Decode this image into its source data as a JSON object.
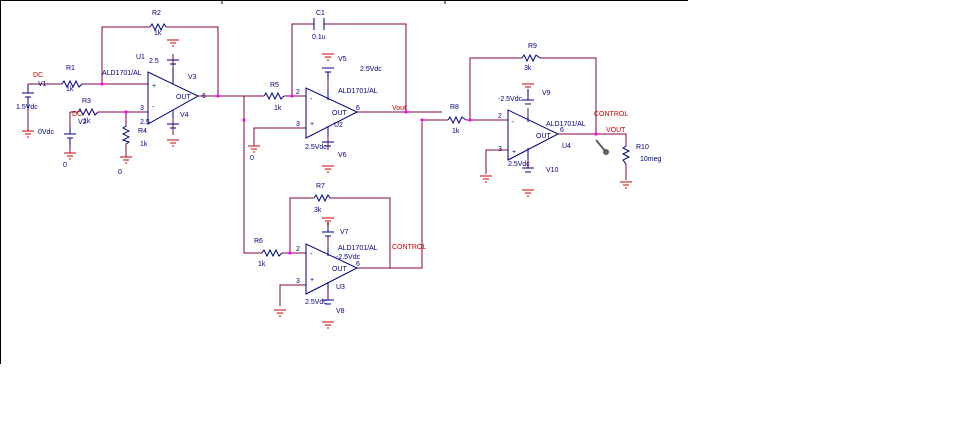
{
  "colors": {
    "wire": "#800040",
    "component": "#000080",
    "ground": "#cc0000",
    "label_red": "#cc0000",
    "background": "#ffffff"
  },
  "parts": {
    "R1": {
      "ref": "R1",
      "value": "1k"
    },
    "R2": {
      "ref": "R2",
      "value": "1k"
    },
    "R3": {
      "ref": "R3",
      "value": "1k"
    },
    "R4": {
      "ref": "R4",
      "value": "1k"
    },
    "R5": {
      "ref": "R5",
      "value": "1k"
    },
    "R6": {
      "ref": "R6",
      "value": "1k"
    },
    "R7": {
      "ref": "R7",
      "value": "3k"
    },
    "R8": {
      "ref": "R8",
      "value": "1k"
    },
    "R9": {
      "ref": "R9",
      "value": "3k"
    },
    "R10": {
      "ref": "R10",
      "value": "10meg"
    },
    "C1": {
      "ref": "C1",
      "value": "0.1u"
    },
    "V1": {
      "ref": "V1",
      "value": "1.5Vdc",
      "tag": "DC"
    },
    "V2": {
      "ref": "V2",
      "value": "0Vdc",
      "tag": "DC"
    },
    "V3": {
      "ref": "V3",
      "value": "2.5"
    },
    "V4": {
      "ref": "V4",
      "value": "2.5"
    },
    "V5": {
      "ref": "V5",
      "value": "2.5Vdc"
    },
    "V6": {
      "ref": "V6",
      "value": "2.5Vdc"
    },
    "V7": {
      "ref": "V7",
      "value": "-2.5Vdc"
    },
    "V8": {
      "ref": "V8",
      "value": "2.5Vdc"
    },
    "V9": {
      "ref": "V9",
      "value": "-2.5Vdc"
    },
    "V10": {
      "ref": "V10",
      "value": "2.5Vdc"
    },
    "U1": {
      "ref": "U1",
      "model": "ALD1701/AL"
    },
    "U2": {
      "ref": "U2",
      "model": "ALD1701/AL"
    },
    "U3": {
      "ref": "U3",
      "model": "ALD1701/AL"
    },
    "U4": {
      "ref": "U4",
      "model": "ALD1701/AL"
    }
  },
  "pins": {
    "plus": "+",
    "minus": "-",
    "out": "OUT",
    "p2": "2",
    "p3": "3",
    "p6": "6"
  },
  "nets": {
    "vout": "Vout",
    "control": "CONTROL",
    "vout_probe": "VOUT",
    "gnd0": "0"
  }
}
